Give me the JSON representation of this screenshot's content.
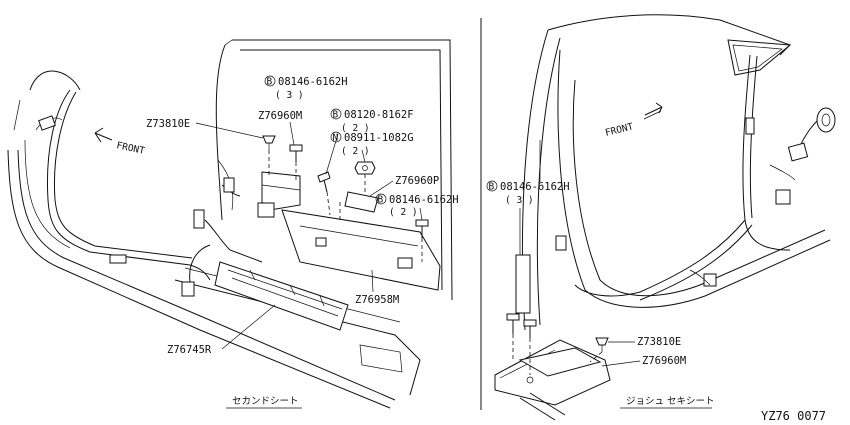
{
  "left_panel": {
    "front_label": "FRONT",
    "callouts": {
      "z73810e": "Z73810E",
      "z76960m": "Z76960M",
      "b08146_top": {
        "symbol": "B",
        "code": "08146-6162H",
        "qty": "( 3 )"
      },
      "b08120": {
        "symbol": "B",
        "code": "08120-8162F",
        "qty": "( 2 )"
      },
      "n08911": {
        "symbol": "N",
        "code": "08911-1082G",
        "qty": "( 2 )"
      },
      "z76960p": "Z76960P",
      "b08146_right": {
        "symbol": "B",
        "code": "08146-6162H",
        "qty": "( 2 )"
      },
      "z76958m": "Z76958M",
      "z76745r": "Z76745R"
    },
    "caption": "セカンドシート"
  },
  "right_panel": {
    "front_label": "FRONT",
    "callouts": {
      "b08146": {
        "symbol": "B",
        "code": "08146-6162H",
        "qty": "( 3 )"
      },
      "z73810e": "Z73810E",
      "z76960m": "Z76960M"
    },
    "caption": "ジョシュ セキシート"
  },
  "diagram_code": "YZ76 0077"
}
